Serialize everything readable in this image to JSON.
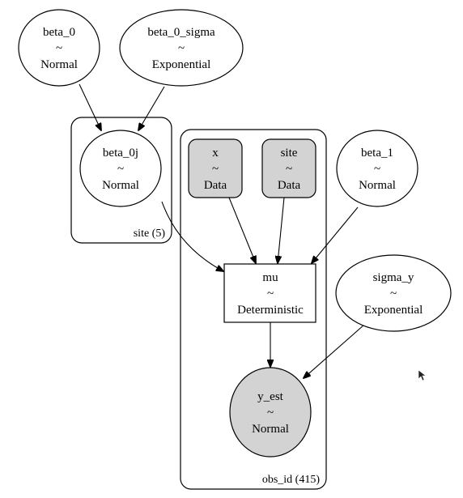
{
  "plates": {
    "site": {
      "label": "site (5)"
    },
    "obs": {
      "label": "obs_id (415)"
    }
  },
  "nodes": {
    "beta_0": {
      "name": "beta_0",
      "tilde": "~",
      "dist": "Normal"
    },
    "beta_0_sigma": {
      "name": "beta_0_sigma",
      "tilde": "~",
      "dist": "Exponential"
    },
    "beta_0j": {
      "name": "beta_0j",
      "tilde": "~",
      "dist": "Normal"
    },
    "x": {
      "name": "x",
      "tilde": "~",
      "dist": "Data"
    },
    "site": {
      "name": "site",
      "tilde": "~",
      "dist": "Data"
    },
    "beta_1": {
      "name": "beta_1",
      "tilde": "~",
      "dist": "Normal"
    },
    "mu": {
      "name": "mu",
      "tilde": "~",
      "dist": "Deterministic"
    },
    "sigma_y": {
      "name": "sigma_y",
      "tilde": "~",
      "dist": "Exponential"
    },
    "y_est": {
      "name": "y_est",
      "tilde": "~",
      "dist": "Normal"
    }
  },
  "colors": {
    "observed_fill": "#d3d3d3",
    "latent_fill": "#ffffff",
    "stroke": "#000000"
  }
}
